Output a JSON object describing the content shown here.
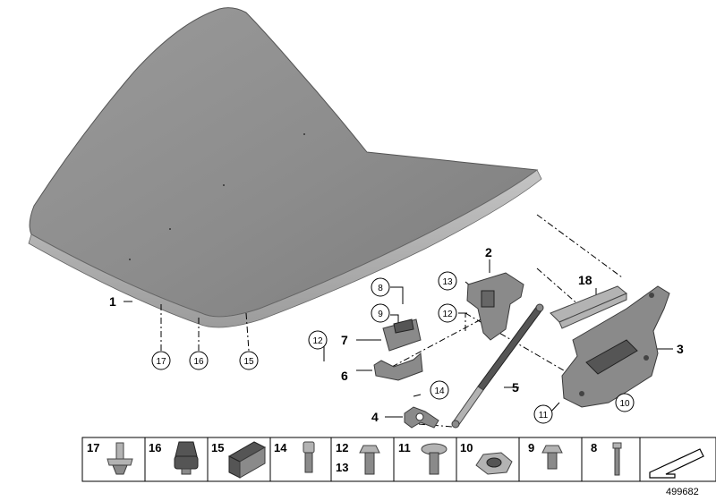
{
  "diagram": {
    "doc_number": "499682",
    "callouts_plain": [
      "1",
      "2",
      "3",
      "4",
      "5",
      "6",
      "7"
    ],
    "callouts_circled": [
      "8",
      "9",
      "10",
      "11",
      "12",
      "12",
      "13",
      "14",
      "15",
      "16",
      "17",
      "18"
    ],
    "parts_row": [
      {
        "num": "17"
      },
      {
        "num": "16"
      },
      {
        "num": "15"
      },
      {
        "num": "14"
      },
      {
        "num": "12",
        "num2": "13"
      },
      {
        "num": "11"
      },
      {
        "num": "10"
      },
      {
        "num": "9"
      },
      {
        "num": "8"
      }
    ]
  }
}
